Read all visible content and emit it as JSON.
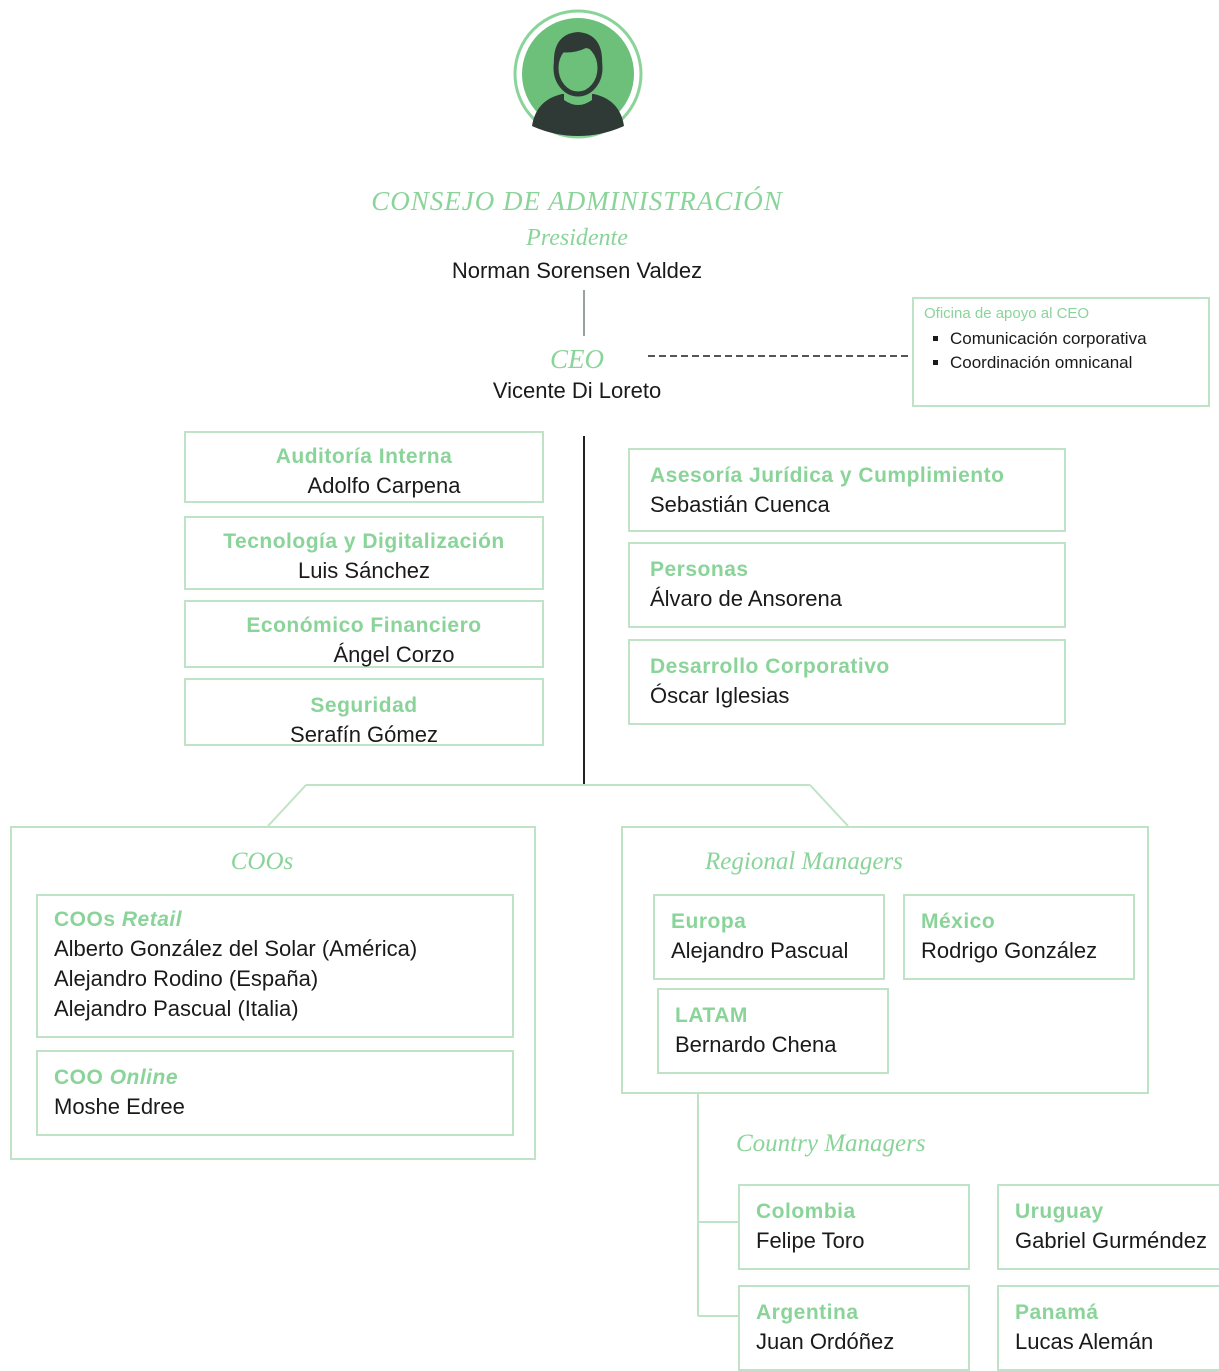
{
  "header": {
    "council_title": "CONSEJO DE ADMINISTRACIÓN",
    "president_role": "Presidente",
    "president_name": "Norman Sorensen Valdez",
    "ceo_role": "CEO",
    "ceo_name": "Vicente Di Loreto"
  },
  "ceo_office": {
    "title": "Oficina de apoyo al CEO",
    "items": [
      "Comunicación corporativa",
      "Coordinación omnicanal"
    ]
  },
  "left_units": [
    {
      "title": "Auditoría Interna",
      "name": "Adolfo Carpena"
    },
    {
      "title": "Tecnología y Digitalización",
      "name": "Luis Sánchez"
    },
    {
      "title": "Económico Financiero",
      "name": "Ángel Corzo"
    },
    {
      "title": "Seguridad",
      "name": "Serafín Gómez"
    }
  ],
  "right_units": [
    {
      "title": "Asesoría Jurídica y Cumplimiento",
      "name": "Sebastián Cuenca"
    },
    {
      "title": "Personas",
      "name": "Álvaro de Ansorena"
    },
    {
      "title": "Desarrollo Corporativo",
      "name": "Óscar Iglesias"
    }
  ],
  "coos": {
    "title": "COOs",
    "retail": {
      "title_prefix": "COOs",
      "title_italic": "Retail",
      "names": [
        "Alberto González del Solar (América)",
        "Alejandro Rodino (España)",
        "Alejandro Pascual (Italia)"
      ]
    },
    "online": {
      "title_prefix": "COO",
      "title_italic": "Online",
      "name": "Moshe Edree"
    }
  },
  "regional": {
    "title": "Regional Managers",
    "europa": {
      "title": "Europa",
      "name": "Alejandro Pascual"
    },
    "mexico": {
      "title": "México",
      "name": "Rodrigo González"
    },
    "latam": {
      "title": "LATAM",
      "name": "Bernardo Chena"
    }
  },
  "country": {
    "title": "Country Managers",
    "colombia": {
      "title": "Colombia",
      "name": "Felipe Toro"
    },
    "uruguay": {
      "title": "Uruguay",
      "name": "Gabriel Gurméndez"
    },
    "argentina": {
      "title": "Argentina",
      "name": "Juan Ordóñez"
    },
    "panama": {
      "title": "Panamá",
      "name": "Lucas Alemán"
    }
  },
  "colors": {
    "accent": "#8ad49a",
    "border": "#bfe3c6",
    "avatar_fill": "#6cc07a",
    "avatar_dark": "#2f3a36"
  }
}
